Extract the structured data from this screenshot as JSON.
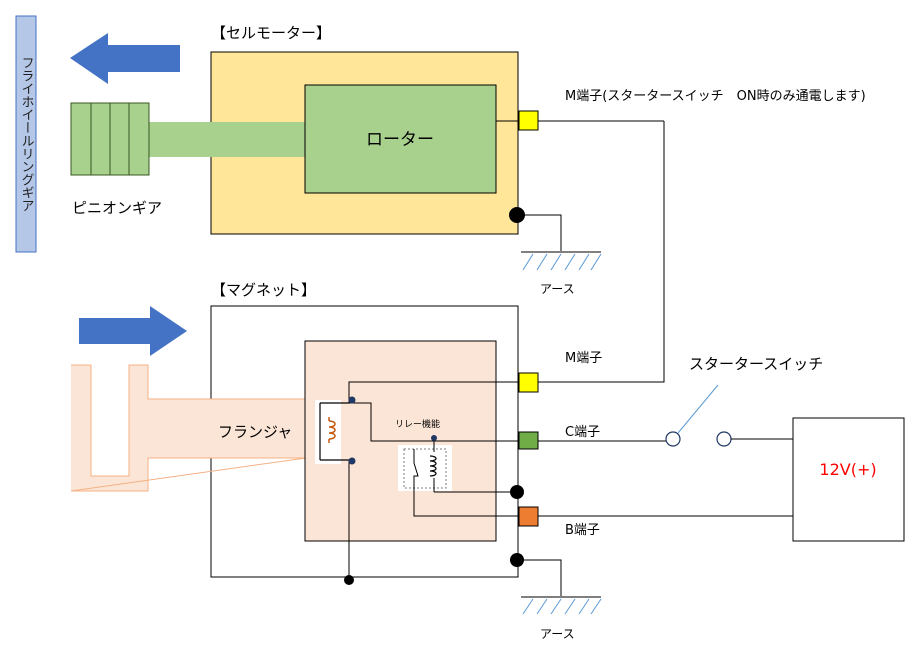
{
  "labels": {
    "flywheel": "フライホイールリングギア",
    "starter_motor": "【セルモーター】",
    "rotor": "ローター",
    "pinion_gear": "ピニオンギア",
    "earth_top": "アース",
    "m_terminal_top": "M端子(スタータースイッチ　ON時のみ通電します)",
    "magnet": "【マグネット】",
    "plunger": "フランジャ",
    "relay_function": "リレー機能",
    "m_terminal": "M端子",
    "c_terminal": "C端子",
    "b_terminal": "B端子",
    "starter_switch": "スタータースイッチ",
    "battery": "12V(+)",
    "earth_bottom": "アース"
  },
  "colors": {
    "flywheel_fill": "#b4c7e7",
    "arrow_blue": "#4472c4",
    "motor_fill": "#ffe699",
    "rotor_fill": "#a9d18e",
    "pinion_fill": "#a9d18e",
    "magnet_inner_fill": "#fbe5d6",
    "plunger_fill": "#fbe5d6",
    "terminal_m": "#ffff00",
    "terminal_c": "#70ad47",
    "terminal_b": "#ed7d31",
    "coil": "#c55a11",
    "battery_text": "#ff0000",
    "switch_line": "#5b9bd5"
  }
}
